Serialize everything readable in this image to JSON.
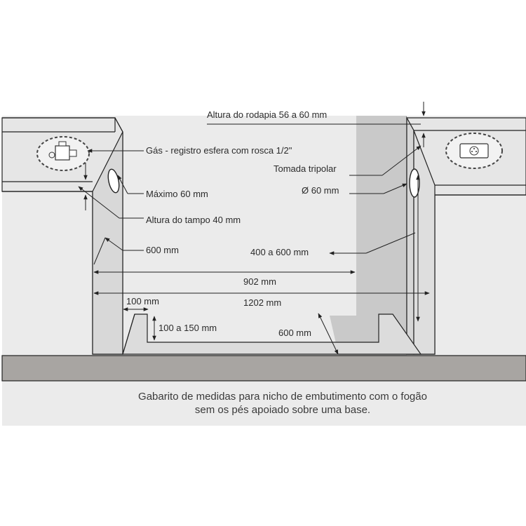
{
  "labels": {
    "skirting_height": "Altura do rodapia 56 a 60 mm",
    "gas_valve": "Gás - registro esfera com rosca 1/2\"",
    "socket": "Tomada tripolar",
    "max_60": "Máximo 60 mm",
    "diameter_60": "Ø 60 mm",
    "top_height": "Altura do tampo 40 mm",
    "depth_600_left": "600 mm",
    "range_400_600": "400 a 600 mm",
    "width_902": "902 mm",
    "width_1202": "1202 mm",
    "base_100": "100 mm",
    "base_height": "100 a 150 mm",
    "depth_600_bottom": "600 mm"
  },
  "caption": {
    "line1": "Gabarito de medidas para nicho de embutimento com o fogão",
    "line2": "sem os pés apoiado sobre uma base."
  },
  "colors": {
    "panel": "#ebebeb",
    "cabinet": "#e6e6e6",
    "shadow": "#c9c9c9",
    "floor": "#a8a5a2",
    "line": "#222222",
    "background": "#ffffff"
  },
  "icons": [
    "gas-valve-icon",
    "power-socket-icon"
  ]
}
